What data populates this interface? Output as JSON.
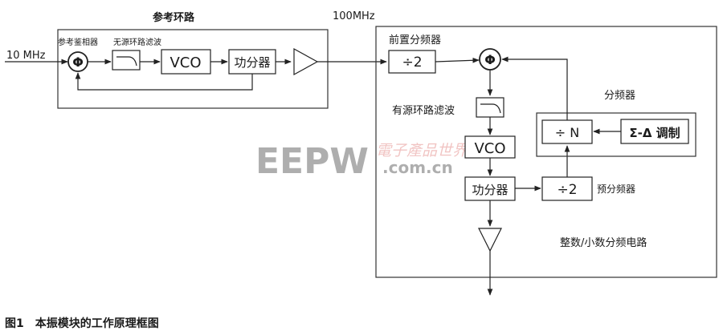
{
  "diagram": {
    "labels": {
      "input_ref": "10 MHz",
      "ref_loop_title": "参考环路",
      "ref_phase_detector": "参考鉴相器",
      "passive_filter": "无源环路滤波",
      "output_100mhz": "100MHz",
      "prescaler_front": "前置分频器",
      "active_filter": "有源环路滤波",
      "divider_title": "分频器",
      "prescaler": "预分频器",
      "synth_title": "整数/小数分频电路"
    },
    "blocks": {
      "phi_ref": "Φ",
      "vco_ref": "VCO",
      "splitter_ref": "功分器",
      "div2_front": "÷2",
      "phi_main": "Φ",
      "vco_main": "VCO",
      "splitter_main": "功分器",
      "div2_pre": "÷2",
      "div_n": "÷ N",
      "sigma_delta": "Σ-Δ 调制"
    },
    "caption": "图1　本振模块的工作原理框图",
    "watermark": {
      "text": "EEPW",
      "chinese": "電子產品世界",
      "domain": ".com.cn"
    }
  }
}
